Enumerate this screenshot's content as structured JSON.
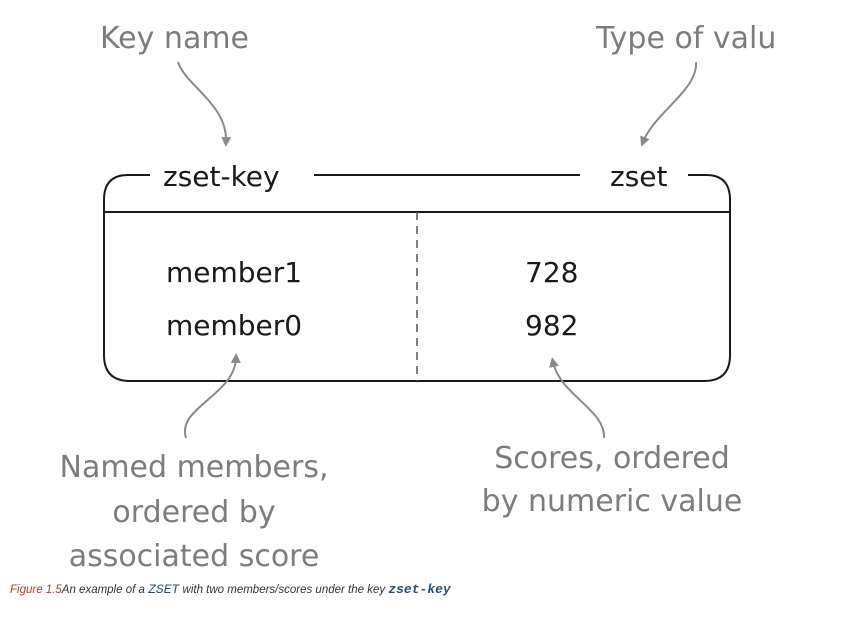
{
  "annotations": {
    "key_name": "Key name",
    "type_of_value": "Type of valu",
    "named_members": [
      "Named members,",
      "ordered by",
      "associated score"
    ],
    "scores": [
      "Scores, ordered",
      "by numeric value"
    ]
  },
  "box": {
    "key": "zset-key",
    "type": "zset",
    "rows": [
      {
        "member": "member1",
        "score": "728"
      },
      {
        "member": "member0",
        "score": "982"
      }
    ]
  },
  "caption": {
    "figure_label": "Figure 1.5",
    "text_before": "An example of a ",
    "code_zset": "ZSET",
    "text_middle": " with two members/scores under the key ",
    "code_key": "zset-key"
  }
}
